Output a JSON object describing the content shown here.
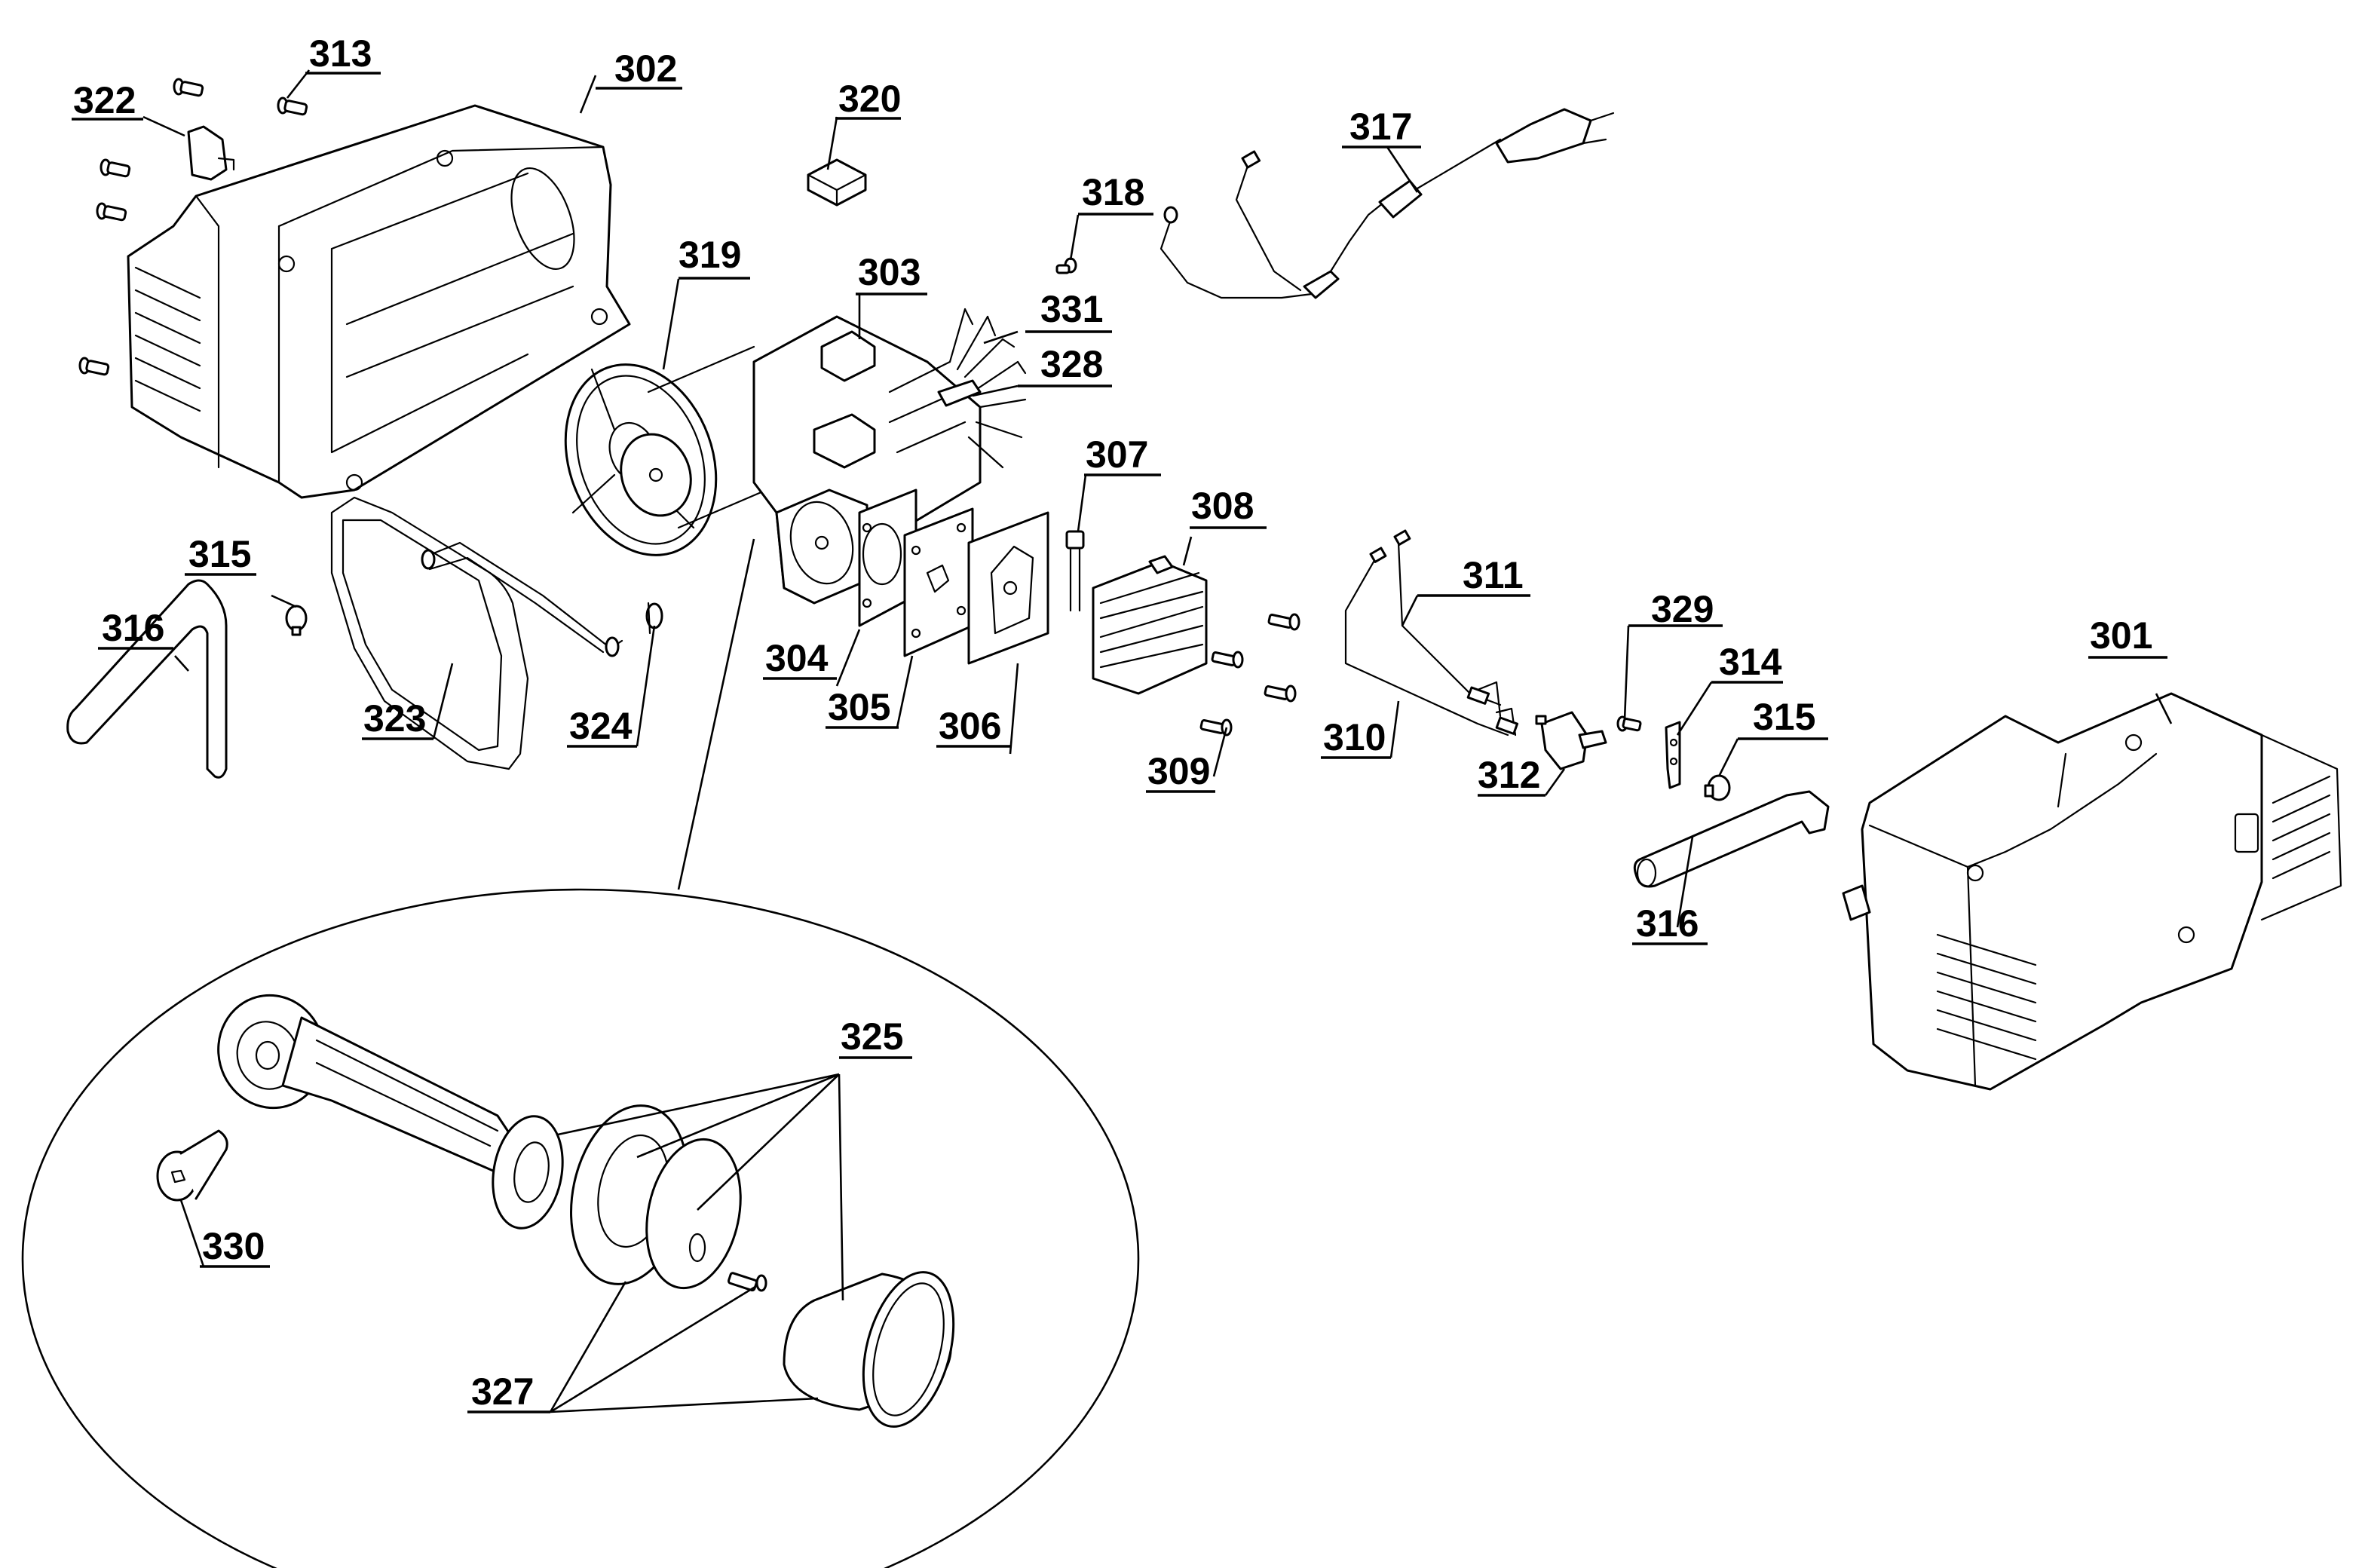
{
  "diagram": {
    "type": "exploded-parts-diagram",
    "subject": "air compressor pump/motor assembly",
    "callouts": [
      {
        "id": "c301",
        "label": "301",
        "part": "shroud-right"
      },
      {
        "id": "c302",
        "label": "302",
        "part": "shroud-left"
      },
      {
        "id": "c303",
        "label": "303",
        "part": "motor-pump-assembly"
      },
      {
        "id": "c304",
        "label": "304",
        "part": "gasket"
      },
      {
        "id": "c305",
        "label": "305",
        "part": "valve-plate"
      },
      {
        "id": "c306",
        "label": "306",
        "part": "gasket"
      },
      {
        "id": "c307",
        "label": "307",
        "part": "breather-tube"
      },
      {
        "id": "c308",
        "label": "308",
        "part": "cylinder-head"
      },
      {
        "id": "c309",
        "label": "309",
        "part": "head-screw"
      },
      {
        "id": "c310",
        "label": "310",
        "part": "wire-harness"
      },
      {
        "id": "c311",
        "label": "311",
        "part": "wire-harness"
      },
      {
        "id": "c312",
        "label": "312",
        "part": "pressure-switch"
      },
      {
        "id": "c313",
        "label": "313",
        "part": "shroud-screw"
      },
      {
        "id": "c314",
        "label": "314",
        "part": "bracket"
      },
      {
        "id": "c315",
        "label": "315",
        "part": "hose-clamp"
      },
      {
        "id": "c316",
        "label": "316",
        "part": "hose"
      },
      {
        "id": "c317",
        "label": "317",
        "part": "power-cord"
      },
      {
        "id": "c318",
        "label": "318",
        "part": "screw"
      },
      {
        "id": "c319",
        "label": "319",
        "part": "drive-belt"
      },
      {
        "id": "c320",
        "label": "320",
        "part": "foam-pad"
      },
      {
        "id": "c322",
        "label": "322",
        "part": "switch"
      },
      {
        "id": "c323",
        "label": "323",
        "part": "discharge-tube"
      },
      {
        "id": "c324",
        "label": "324",
        "part": "clip"
      },
      {
        "id": "c325",
        "label": "325",
        "part": "connecting-rod-kit"
      },
      {
        "id": "c327",
        "label": "327",
        "part": "piston-cup-kit"
      },
      {
        "id": "c328",
        "label": "328",
        "part": "thermal-switch"
      },
      {
        "id": "c329",
        "label": "329",
        "part": "screw"
      },
      {
        "id": "c330",
        "label": "330",
        "part": "rod-bolt"
      },
      {
        "id": "c331",
        "label": "331",
        "part": "fan"
      },
      {
        "id": "c315b",
        "label": "315",
        "part": "hose-clamp"
      },
      {
        "id": "c316b",
        "label": "316",
        "part": "hose"
      }
    ]
  }
}
